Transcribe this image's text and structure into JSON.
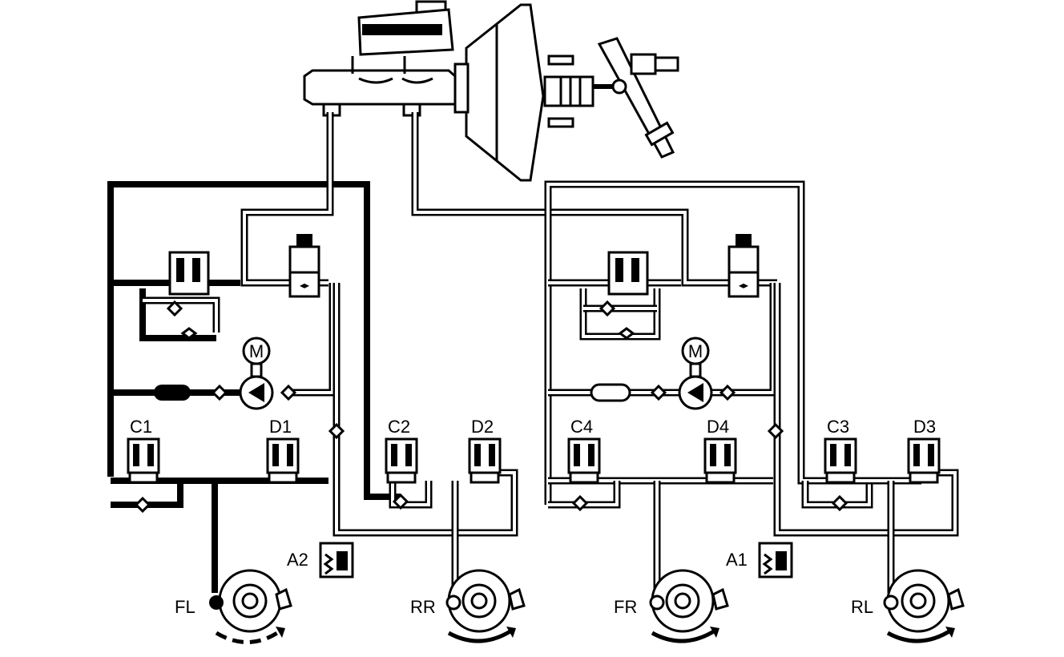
{
  "labels": {
    "valves": [
      "C1",
      "D1",
      "C2",
      "D2",
      "C4",
      "D4",
      "C3",
      "D3"
    ],
    "accumulators": [
      "A2",
      "A1"
    ],
    "wheels": [
      "FL",
      "RR",
      "FR",
      "RL"
    ],
    "motor": [
      "M",
      "M"
    ]
  },
  "colors": {
    "line": "#000000",
    "background": "#ffffff"
  }
}
